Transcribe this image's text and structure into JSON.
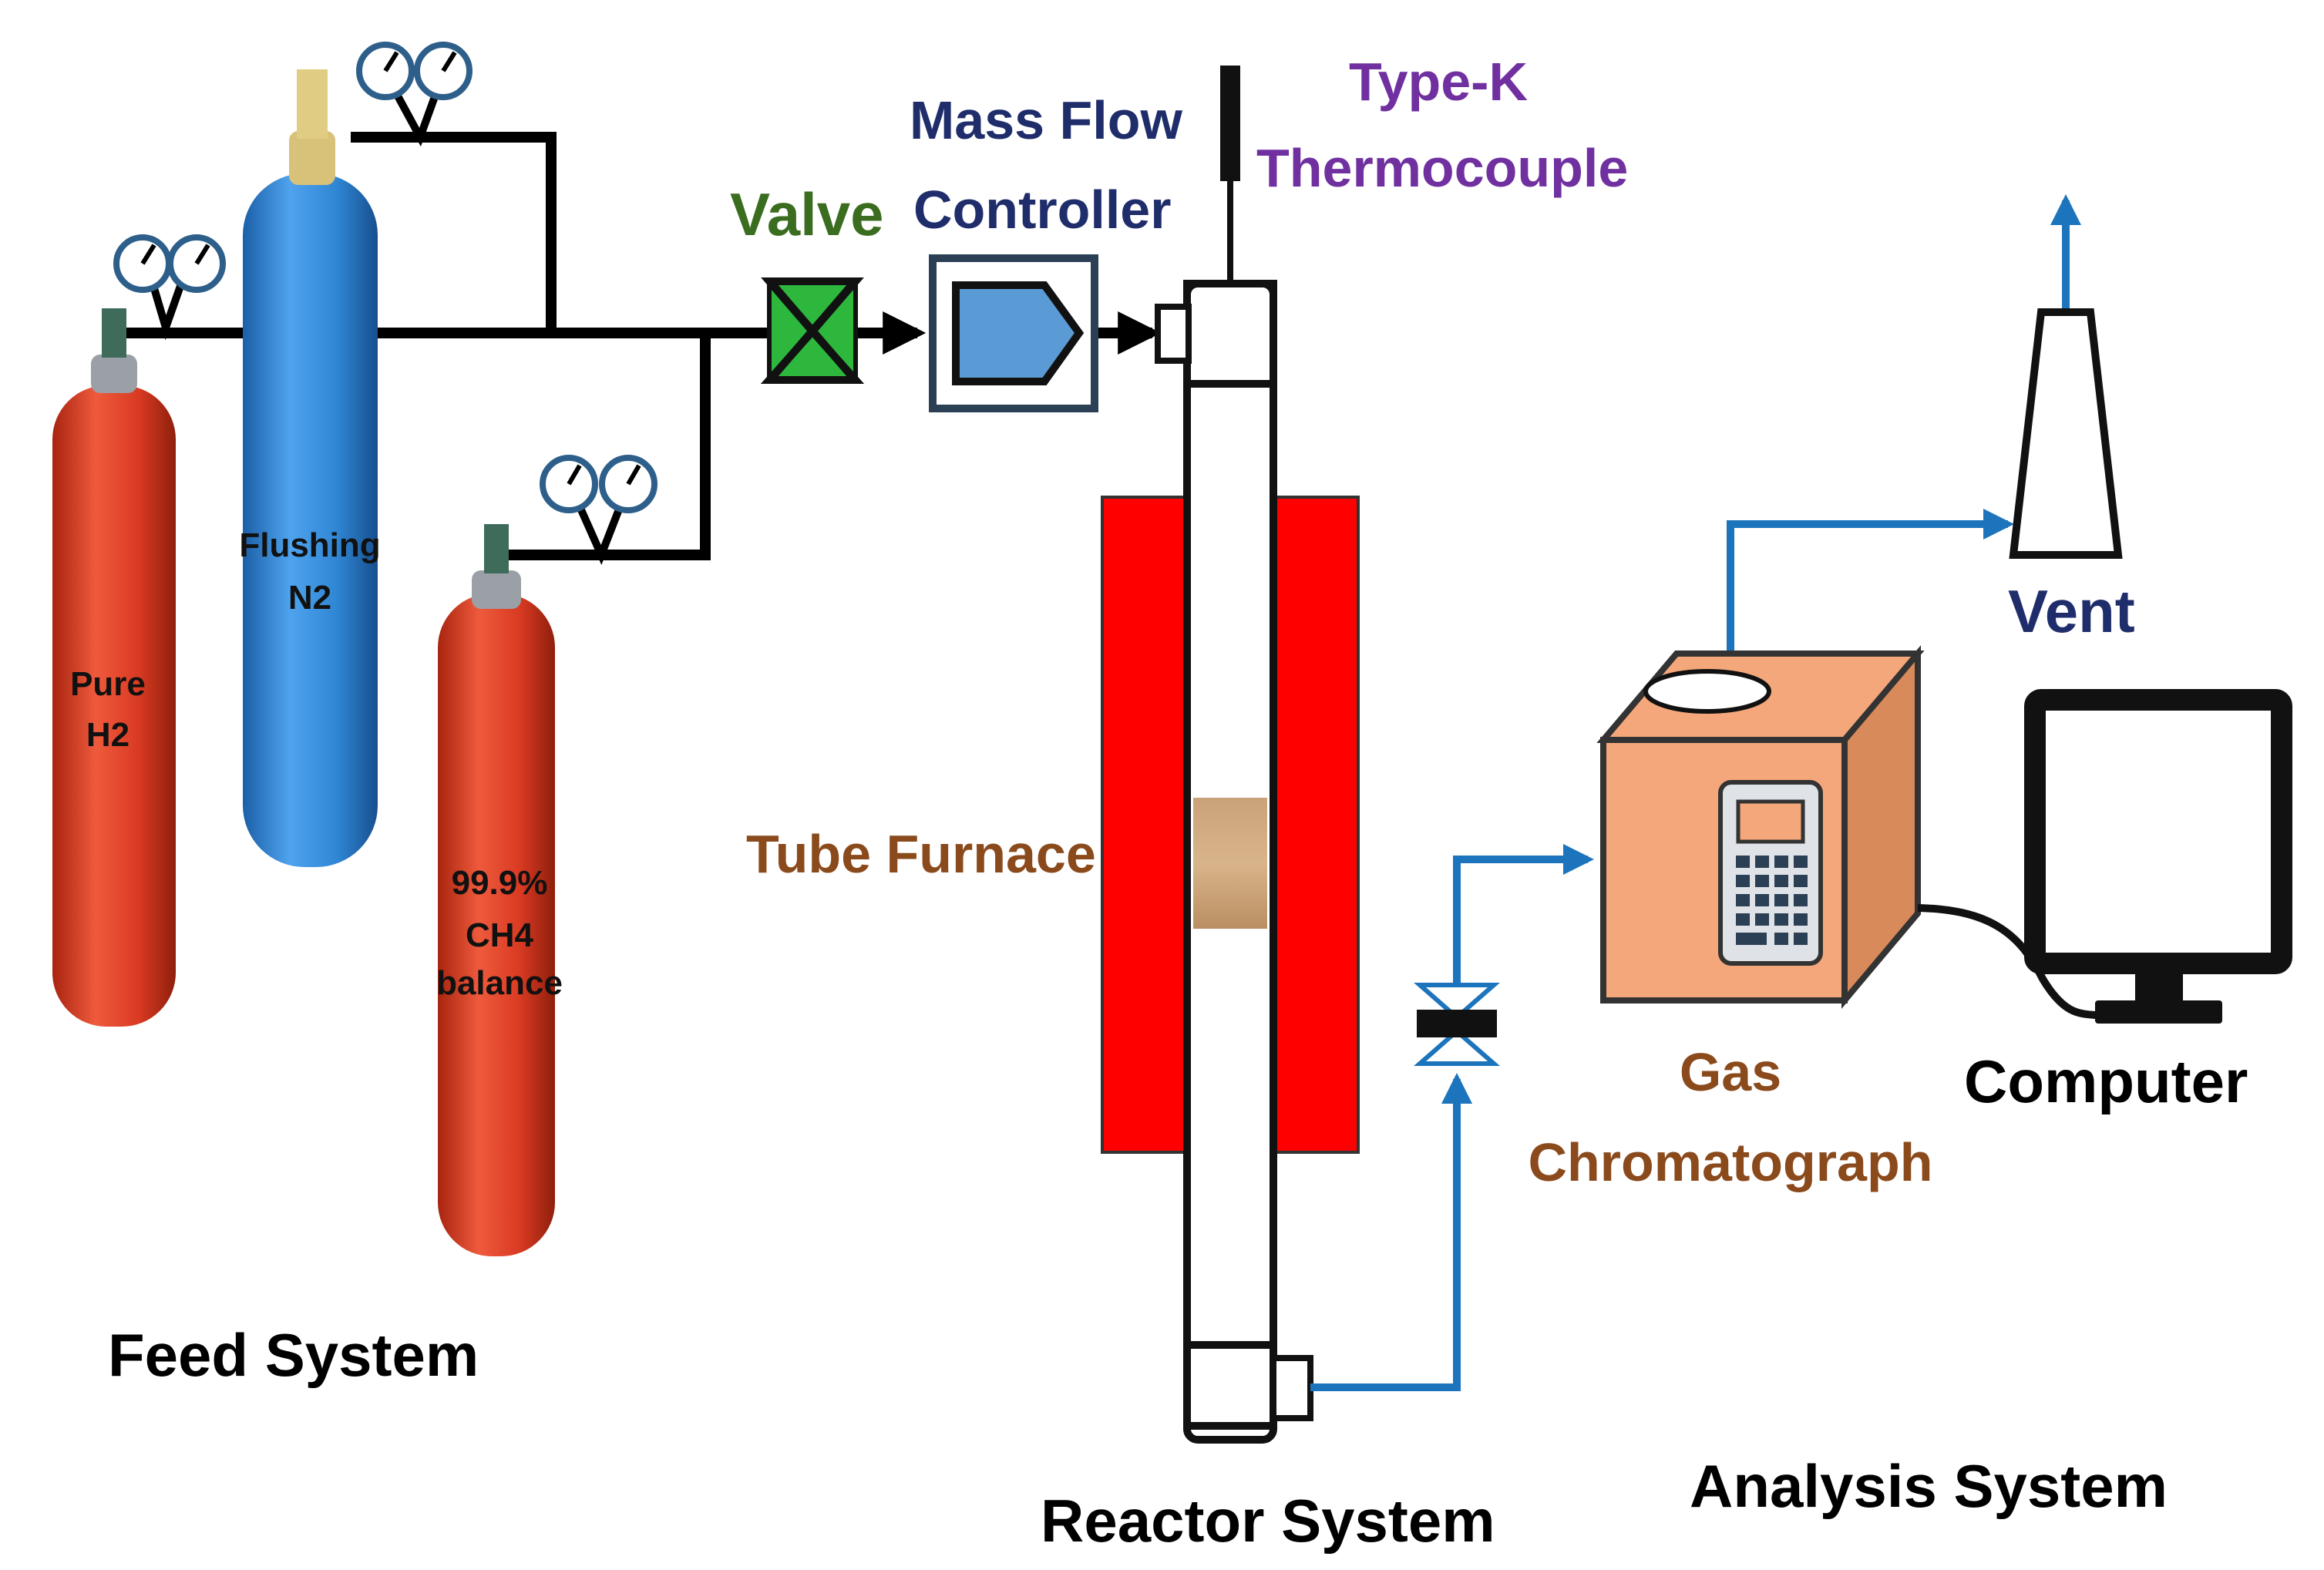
{
  "feed": {
    "title": "Feed System",
    "cylinders": [
      {
        "label_line1": "Pure",
        "label_line2": "H2",
        "label_line3": "",
        "color": "#d93a22"
      },
      {
        "label_line1": "Flushing",
        "label_line2": "N2",
        "label_line3": "",
        "color": "#2f86d3"
      },
      {
        "label_line1": "99.9%",
        "label_line2": "CH4",
        "label_line3": "balance",
        "color": "#d93a22"
      }
    ]
  },
  "valve": {
    "label": "Valve",
    "color": "#3a6d1f",
    "fill": "#2db83d"
  },
  "mfc": {
    "label_line1": "Mass Flow",
    "label_line2": "Controller",
    "color": "#1f2d6b",
    "fill": "#5b9bd5"
  },
  "thermocouple": {
    "label_line1": "Type-K",
    "label_line2": "Thermocouple",
    "color": "#7030a0"
  },
  "furnace": {
    "label": "Tube Furnace",
    "color": "#8b4a1c",
    "heater_color": "#ff0000"
  },
  "reactor": {
    "title": "Reactor System"
  },
  "vent": {
    "label": "Vent",
    "color": "#1f2d6b"
  },
  "gc": {
    "label_line1": "Gas",
    "label_line2": "Chromatograph",
    "color": "#8b4a1c",
    "fill": "#f4a77a"
  },
  "computer": {
    "label": "Computer"
  },
  "analysis": {
    "title": "Analysis System"
  },
  "colors": {
    "feed_line": "#000000",
    "product_line": "#1c75bc",
    "catalyst_bed": "#d4a373"
  }
}
